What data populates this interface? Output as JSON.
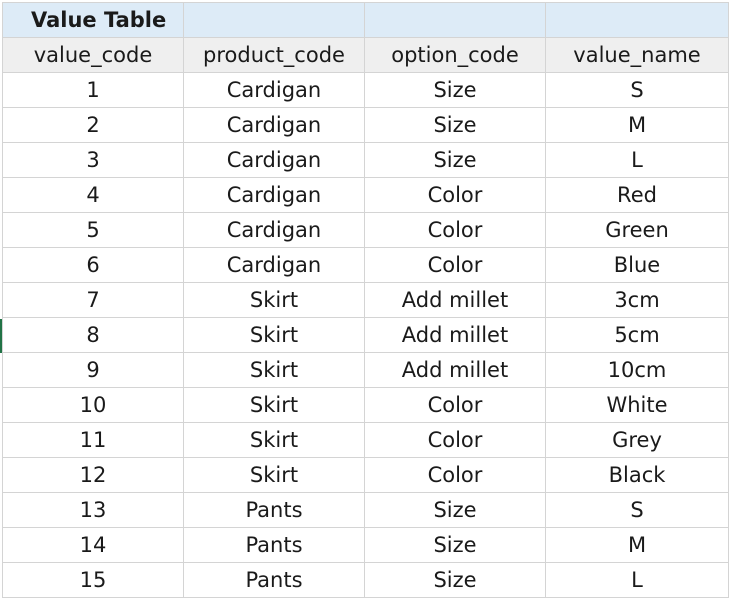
{
  "table": {
    "title": "Value Table",
    "columns": [
      "value_code",
      "product_code",
      "option_code",
      "value_name"
    ],
    "rows": [
      [
        "1",
        "Cardigan",
        "Size",
        "S"
      ],
      [
        "2",
        "Cardigan",
        "Size",
        "M"
      ],
      [
        "3",
        "Cardigan",
        "Size",
        "L"
      ],
      [
        "4",
        "Cardigan",
        "Color",
        "Red"
      ],
      [
        "5",
        "Cardigan",
        "Color",
        "Green"
      ],
      [
        "6",
        "Cardigan",
        "Color",
        "Blue"
      ],
      [
        "7",
        "Skirt",
        "Add millet",
        "3cm"
      ],
      [
        "8",
        "Skirt",
        "Add millet",
        "5cm"
      ],
      [
        "9",
        "Skirt",
        "Add millet",
        "10cm"
      ],
      [
        "10",
        "Skirt",
        "Color",
        "White"
      ],
      [
        "11",
        "Skirt",
        "Color",
        "Grey"
      ],
      [
        "12",
        "Skirt",
        "Color",
        "Black"
      ],
      [
        "13",
        "Pants",
        "Size",
        "S"
      ],
      [
        "14",
        "Pants",
        "Size",
        "M"
      ],
      [
        "15",
        "Pants",
        "Size",
        "L"
      ]
    ]
  },
  "colors": {
    "title_fill": "#ddebf7",
    "header_fill": "#efefef",
    "gridline": "#d4d4d4",
    "selection_accent": "#217346"
  }
}
